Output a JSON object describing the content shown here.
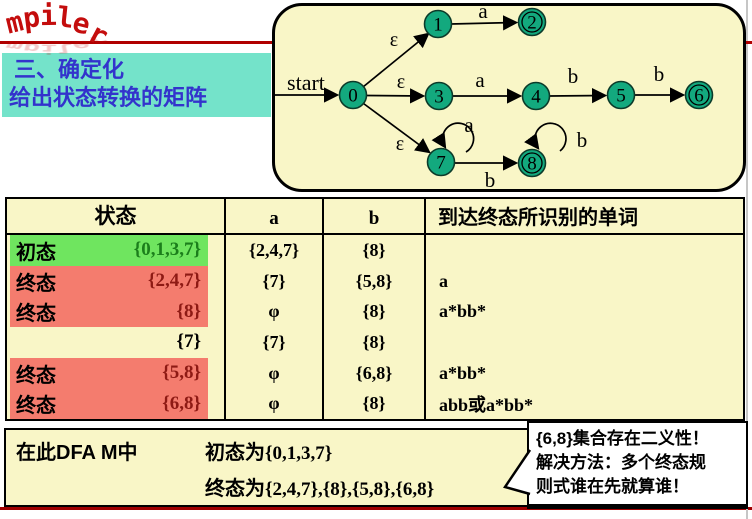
{
  "logo": {
    "letters": [
      "m",
      "p",
      "i",
      "l",
      "e",
      "r"
    ]
  },
  "title": {
    "line1": "三、确定化",
    "line2": "给出状态转换的矩阵"
  },
  "diagram": {
    "start_label": "start",
    "nodes": [
      "0",
      "1",
      "2",
      "3",
      "4",
      "5",
      "6",
      "7",
      "8"
    ],
    "labels": {
      "eps01": "ε",
      "a12": "a",
      "eps03": "ε",
      "a34": "a",
      "b45": "b",
      "b56": "b",
      "eps07": "ε",
      "a_loop7": "a",
      "b_loop8": "b",
      "b78": "b"
    }
  },
  "table": {
    "headers": {
      "state": "状态",
      "a": "a",
      "b": "b",
      "words": "到达终态所识别的单词"
    },
    "rows": [
      {
        "type": "初态",
        "set": "{0,1,3,7}",
        "a": "{2,4,7}",
        "b": "{8}",
        "word": "",
        "highlight": "green"
      },
      {
        "type": "终态",
        "set": "{2,4,7}",
        "a": "{7}",
        "b": "{5,8}",
        "word": "a",
        "highlight": "red"
      },
      {
        "type": "终态",
        "set": "{8}",
        "a": "φ",
        "b": "{8}",
        "word": "a*bb*",
        "highlight": "red"
      },
      {
        "type": "",
        "set": "{7}",
        "a": "{7}",
        "b": "{8}",
        "word": "",
        "highlight": "none"
      },
      {
        "type": "终态",
        "set": "{5,8}",
        "a": "φ",
        "b": "{6,8}",
        "word": "a*bb*",
        "highlight": "red"
      },
      {
        "type": "终态",
        "set": "{6,8}",
        "a": "φ",
        "b": "{8}",
        "word": "abb或a*bb*",
        "highlight": "red"
      }
    ]
  },
  "summary": {
    "prefix": "在此DFA M中",
    "initial_label": "初态为",
    "initial_set": "{0,1,3,7}",
    "final_label": "终态为",
    "final_set": "{2,4,7},{8},{5,8},{6,8}"
  },
  "callout": {
    "line1": "{6,8}集合存在二义性！",
    "line2": "解决方法：多个终态规",
    "line3": "则式谁在先就算谁！"
  },
  "colors": {
    "diagram_bg": "#f9f6c7",
    "node_green": "#13a97e",
    "row_green": "#6fe55f",
    "row_salmon": "#f47c6e",
    "set_green_text": "#1b7e1b",
    "set_red_text": "#8e1a14",
    "title_bg": "#74e3ca",
    "title_text": "#3333cc",
    "logo_red": "#c40d0d",
    "rule_red": "#b00000"
  }
}
